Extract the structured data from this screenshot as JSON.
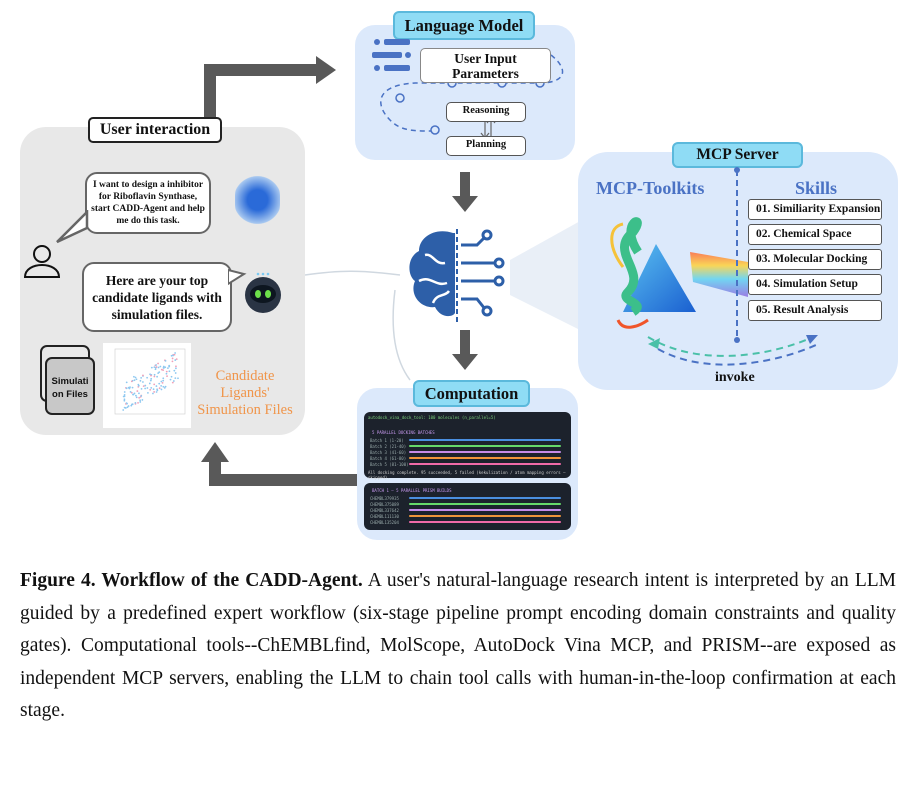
{
  "user_panel": {
    "title": "User interaction",
    "user_message": "I want to design a inhibitor for Riboflavin Synthase, start CADD-Agent and help me do this task.",
    "agent_message": "Here are your top candidate ligands with simulation files.",
    "files_label": "Simulati on Files",
    "result_label": "Candidate Ligands' Simulation Files"
  },
  "language_model": {
    "title": "Language Model",
    "input": "User Input Parameters",
    "reasoning": "Reasoning",
    "planning": "Planning"
  },
  "mcp_server": {
    "title": "MCP Server",
    "toolkits": "MCP-Toolkits",
    "skills_title": "Skills",
    "skills": [
      "01. Similiarity Expansion",
      "02. Chemical Space",
      "03.  Molecular Docking",
      "04.  Simulation Setup",
      "05.  Result Analysis"
    ],
    "invoke": "invoke"
  },
  "computation": {
    "title": "Computation",
    "command": "autodock_vina_dock_tool: 100 molecules (n_parallel=5)",
    "docking_header": "5 PARALLEL DOCKING BATCHES",
    "batches": [
      "Batch 1 (1-20)",
      "Batch 2 (21-40)",
      "Batch 3 (41-60)",
      "Batch 4 (61-80)",
      "Batch 5 (81-100)"
    ],
    "summary": "All docking complete. 95 succeeded, 5 failed (kekulization / atom mapping errors — skipped).",
    "prism_header": "BATCH 1 — 5 PARALLEL PRISM BUILDS",
    "builds": [
      "CHEMBL379935",
      "CHEMBL375089",
      "CHEMBL337642",
      "CHEMBL111130",
      "CHEMBL135204"
    ]
  },
  "colors": {
    "panel_blue": "#dce9fb",
    "panel_gray": "#e8e8e8",
    "title_cyan": "#8fdcf5",
    "accent_blue": "#4a72c4",
    "result_orange": "#f0954a",
    "bar_colors": [
      "#4a8fe0",
      "#66d96a",
      "#c58be8",
      "#f0953a",
      "#f06aa8"
    ]
  },
  "caption": {
    "label": "Figure 4. Workflow of the CADD-Agent.",
    "text": " A user's natural-language research intent is interpreted by an LLM guided by a predefined expert workflow (six-stage pipeline prompt encoding domain constraints and quality gates). Computational tools--ChEMBLfind, MolScope, AutoDock Vina MCP, and PRISM--are exposed as independent MCP servers, enabling the LLM to chain tool calls with human-in-the-loop confirmation at each stage."
  }
}
